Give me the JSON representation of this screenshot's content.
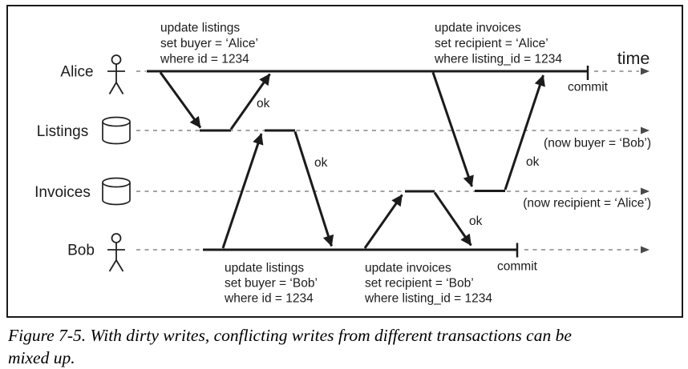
{
  "colors": {
    "line": "#1b1b1b",
    "dash_line": "#858585",
    "dash_arrow": "#4a4a4a",
    "background": "#ffffff",
    "text": "#1b1b1b"
  },
  "diagram": {
    "time_label": "time",
    "lanes": [
      {
        "label": "Alice",
        "icon": "person"
      },
      {
        "label": "Listings",
        "icon": "database"
      },
      {
        "label": "Invoices",
        "icon": "database"
      },
      {
        "label": "Bob",
        "icon": "person"
      }
    ],
    "alice_txn1": {
      "line1": "update listings",
      "line2": "set buyer = ‘Alice’",
      "line3": "where id = 1234"
    },
    "alice_txn2": {
      "line1": "update invoices",
      "line2": "set recipient = ‘Alice’",
      "line3": "where listing_id = 1234"
    },
    "bob_txn1": {
      "line1": "update listings",
      "line2": "set buyer = ‘Bob’",
      "line3": "where id = 1234"
    },
    "bob_txn2": {
      "line1": "update invoices",
      "line2": "set recipient = ‘Bob’",
      "line3": "where listing_id = 1234"
    },
    "ok_label": "ok",
    "alice_commit": "commit",
    "bob_commit": "commit",
    "listings_note": "(now buyer = ‘Bob’)",
    "invoices_note": "(now recipient = ‘Alice’)"
  },
  "caption": {
    "line1": "Figure 7-5. With dirty writes, conflicting writes from different transactions can be",
    "line2": "mixed up."
  }
}
